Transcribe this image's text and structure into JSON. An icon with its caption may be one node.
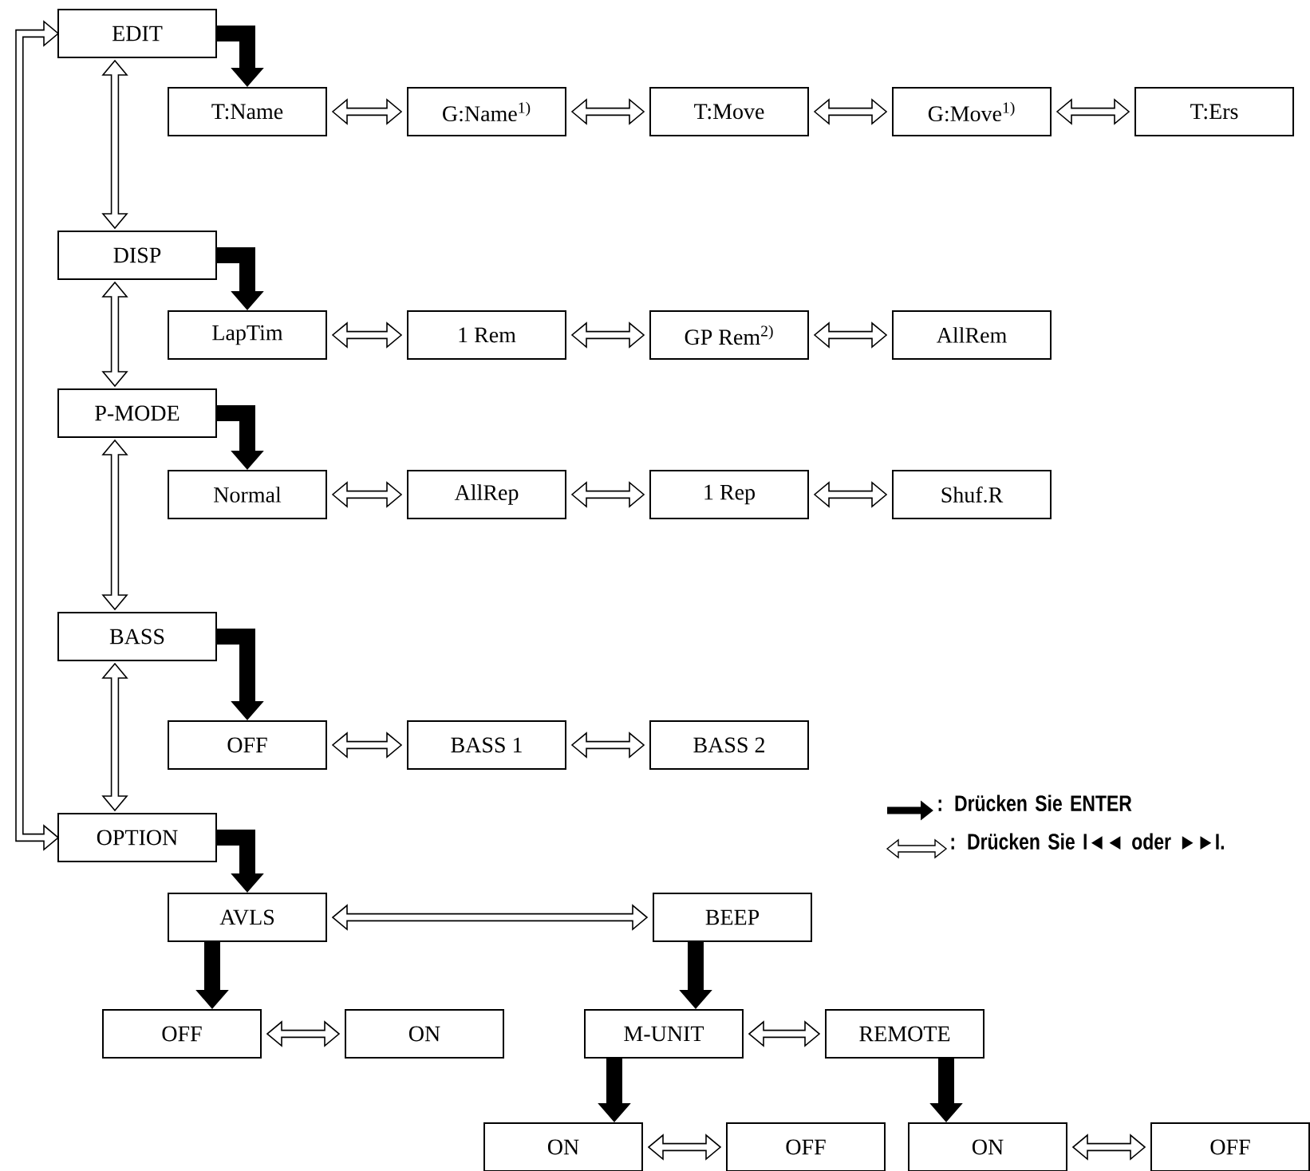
{
  "diagram": {
    "nodes": [
      {
        "text": [
          "EDIT"
        ]
      },
      {
        "text": [
          "T:Name"
        ]
      },
      {
        "text": [
          "G:Name$^{1)}$"
        ]
      },
      {
        "text": [
          "T:Move"
        ]
      },
      {
        "text": [
          "G:Move$^{1)}$"
        ]
      },
      {
        "text": [
          "T:Ers"
        ]
      },
      {
        "text": [
          "DISP"
        ]
      },
      {
        "text": [
          "LapTim"
        ]
      },
      {
        "text": [
          "1 Rem"
        ]
      },
      {
        "text": [
          "GP Rem$^{2)}$"
        ]
      },
      {
        "text": [
          "AllRem"
        ]
      },
      {
        "text": [
          "P-MODE"
        ]
      },
      {
        "text": [
          "Normal"
        ]
      },
      {
        "text": [
          "AllRep"
        ]
      },
      {
        "text": [
          "1 Rep"
        ]
      },
      {
        "text": [
          "Shuf.R"
        ]
      },
      {
        "text": [
          "BASS"
        ]
      },
      {
        "text": [
          "OFF"
        ]
      },
      {
        "text": [
          "BASS 1"
        ]
      },
      {
        "text": [
          "BASS 2"
        ]
      },
      {
        "text": [
          "OPTION"
        ]
      },
      {
        "text": [
          "AVLS"
        ]
      },
      {
        "text": [
          "BEEP"
        ]
      },
      {
        "text": [
          "OFF"
        ]
      },
      {
        "text": [
          "ON"
        ]
      },
      {
        "text": [
          "M-UNIT"
        ]
      },
      {
        "text": [
          "REMOTE"
        ]
      },
      {
        "text": [
          "ON"
        ]
      },
      {
        "text": [
          "OFF"
        ]
      },
      {
        "text": [
          "ON"
        ]
      },
      {
        "text": [
          "OFF"
        ]
      }
    ],
    "edges": [
      {
        "from": 0,
        "to": 1,
        "arrow": "to"
      },
      {
        "from": 1,
        "to": 2,
        "arrow": "both"
      },
      {
        "from": 2,
        "to": 3,
        "arrow": "both"
      },
      {
        "from": 3,
        "to": 4,
        "arrow": "both"
      },
      {
        "from": 4,
        "to": 5,
        "arrow": "both"
      },
      {
        "from": 0,
        "to": 6,
        "arrow": "both"
      },
      {
        "from": 6,
        "to": 7,
        "arrow": "to"
      },
      {
        "from": 7,
        "to": 8,
        "arrow": "both"
      },
      {
        "from": 8,
        "to": 9,
        "arrow": "both"
      },
      {
        "from": 9,
        "to": 10,
        "arrow": "both"
      },
      {
        "from": 6,
        "to": 11,
        "arrow": "both"
      },
      {
        "from": 11,
        "to": 12,
        "arrow": "to"
      },
      {
        "from": 12,
        "to": 13,
        "arrow": "both"
      },
      {
        "from": 13,
        "to": 14,
        "arrow": "both"
      },
      {
        "from": 14,
        "to": 15,
        "arrow": "both"
      },
      {
        "from": 11,
        "to": 16,
        "arrow": "both"
      },
      {
        "from": 16,
        "to": 17,
        "arrow": "to"
      },
      {
        "from": 17,
        "to": 18,
        "arrow": "both"
      },
      {
        "from": 18,
        "to": 19,
        "arrow": "both"
      },
      {
        "from": 16,
        "to": 20,
        "arrow": "both"
      },
      {
        "from": 20,
        "to": 0,
        "arrow": "both"
      },
      {
        "from": 20,
        "to": 21,
        "arrow": "to"
      },
      {
        "from": 21,
        "to": 22,
        "arrow": "both"
      },
      {
        "from": 21,
        "to": 23,
        "arrow": "to"
      },
      {
        "from": 23,
        "to": 24,
        "arrow": "both"
      },
      {
        "from": 22,
        "to": 25,
        "arrow": "to"
      },
      {
        "from": 25,
        "to": 26,
        "arrow": "both"
      },
      {
        "from": 25,
        "to": 27,
        "arrow": "to"
      },
      {
        "from": 27,
        "to": 28,
        "arrow": "both"
      },
      {
        "from": 26,
        "to": 29,
        "arrow": "to"
      },
      {
        "from": 29,
        "to": 30,
        "arrow": "both"
      }
    ],
    "legend": [
      {
        "text": ": Drücken Sie ENTER"
      },
      {
        "text": ": Drücken Sie I◄◄ oder ►►I."
      }
    ]
  }
}
